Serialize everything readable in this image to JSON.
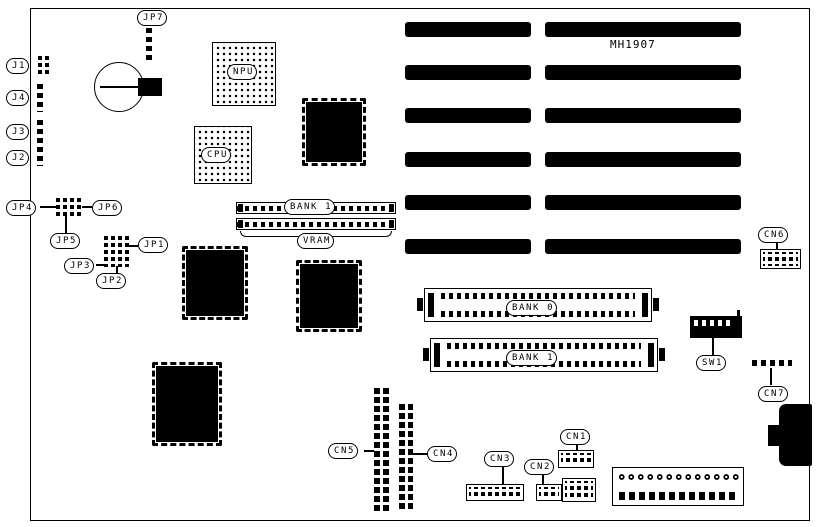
{
  "diagram": {
    "title": "MH1907",
    "labels": {
      "jp7": "JP7",
      "j1": "J1",
      "j4": "J4",
      "j3": "J3",
      "j2": "J2",
      "jp4": "JP4",
      "jp6": "JP6",
      "jp5": "JP5",
      "jp1": "JP1",
      "jp3": "JP3",
      "jp2": "JP2",
      "npu": "NPU",
      "cpu": "CPU",
      "bank1_vram": "BANK 1",
      "vram": "VRAM",
      "bank0": "BANK 0",
      "bank1": "BANK 1",
      "cn6": "CN6",
      "sw1": "SW1",
      "cn7": "CN7",
      "cn5": "CN5",
      "cn4": "CN4",
      "cn3": "CN3",
      "cn2": "CN2",
      "cn1": "CN1"
    },
    "colors": {
      "ink": "#000000",
      "bg": "#ffffff"
    }
  }
}
